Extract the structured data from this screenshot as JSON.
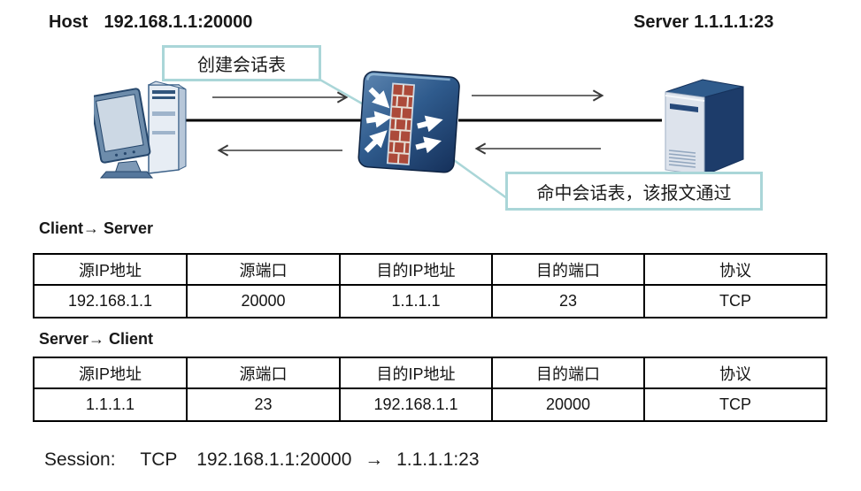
{
  "endpoints": {
    "host": {
      "name": "Host",
      "address": "192.168.1.1:20000"
    },
    "server": {
      "name": "Server",
      "address": "1.1.1.1:23"
    }
  },
  "callouts": {
    "create_session": "创建会话表",
    "hit_session": "命中会话表，该报文通过"
  },
  "tables": [
    {
      "title": "Client→ Server",
      "headers": [
        "源IP地址",
        "源端口",
        "目的IP地址",
        "目的端口",
        "协议"
      ],
      "row": [
        "192.168.1.1",
        "20000",
        "1.1.1.1",
        "23",
        "TCP"
      ]
    },
    {
      "title": "Server→ Client",
      "headers": [
        "源IP地址",
        "源端口",
        "目的IP地址",
        "目的端口",
        "协议"
      ],
      "row": [
        "1.1.1.1",
        "23",
        "192.168.1.1",
        "20000",
        "TCP"
      ]
    }
  ],
  "session": {
    "label": "Session:",
    "protocol": "TCP",
    "source": "192.168.1.1:20000",
    "arrow": "→",
    "destination": "1.1.1.1:23"
  },
  "icons": {
    "host": "host-computer-icon",
    "firewall": "firewall-icon",
    "server": "server-tower-icon"
  },
  "colors": {
    "callout_border": "#aad6d8",
    "connector_line": "#aad6d8",
    "table_border": "#000000",
    "link_line": "#000000",
    "arrow_line": "#3a3a3a",
    "firewall_navy": "#1f3864",
    "brick_red": "#ac4a3a",
    "device_face": "#dde3ec"
  }
}
